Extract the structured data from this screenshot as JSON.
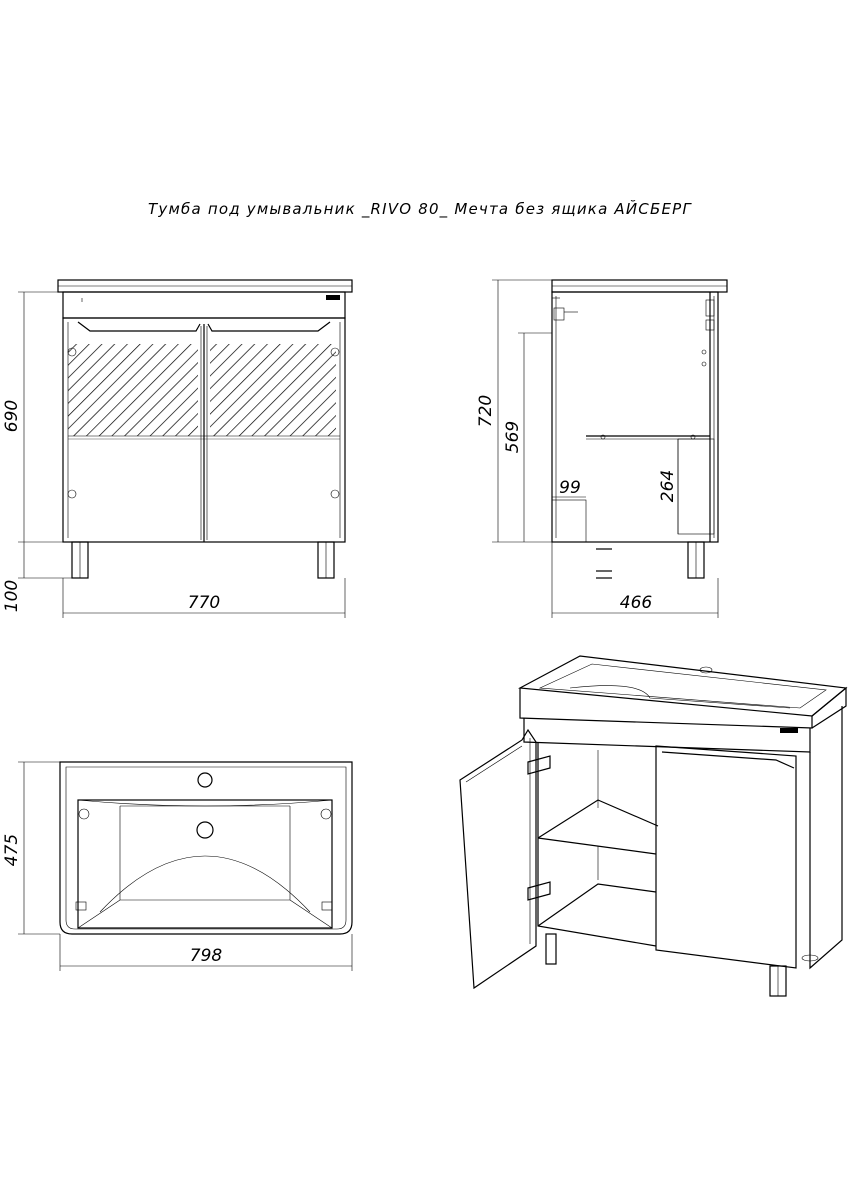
{
  "title": "Тумба под умывальник _RIVO 80_ Мечта без ящика АЙСБЕРГ",
  "dimensions": {
    "front_height": "690",
    "front_leg_height": "100",
    "front_width": "770",
    "side_height": "720",
    "side_inner_height": "569",
    "side_leg_offset": "99",
    "side_shelf_height": "264",
    "side_depth": "466",
    "top_depth": "475",
    "top_width": "798"
  }
}
